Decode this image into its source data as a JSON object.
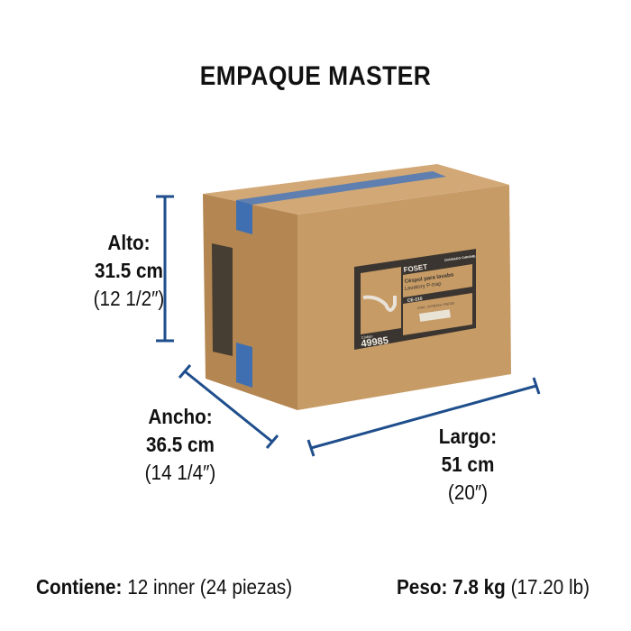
{
  "title": "EMPAQUE MASTER",
  "dimensions": {
    "alto": {
      "label": "Alto:",
      "metric": "31.5 cm",
      "imperial": "(12 1/2″)"
    },
    "ancho": {
      "label": "Ancho:",
      "metric": "36.5 cm",
      "imperial": "(14 1/4″)"
    },
    "largo": {
      "label": "Largo:",
      "metric": "51 cm",
      "imperial": "(20″)"
    }
  },
  "contents": {
    "label": "Contiene:",
    "value": "12 inner (24 piezas)"
  },
  "weight": {
    "label": "Peso:",
    "metric": "7.8 kg",
    "imperial": "(17.20 lb)"
  },
  "box_label": {
    "brand": "FOSET",
    "finish": "CROMADO CHROME",
    "name_es": "Céspol para lavabo",
    "name_en": "Lavatory P-trap",
    "model": "CE-210",
    "contains": "CONT.: 24 PIEZAS / PIECES",
    "code_label": "Código",
    "code": "49985"
  },
  "colors": {
    "dimension_line": "#1f4e8c",
    "box": "#c49a66",
    "label_dark": "#3a3530",
    "tape": "#3f6fb0"
  }
}
